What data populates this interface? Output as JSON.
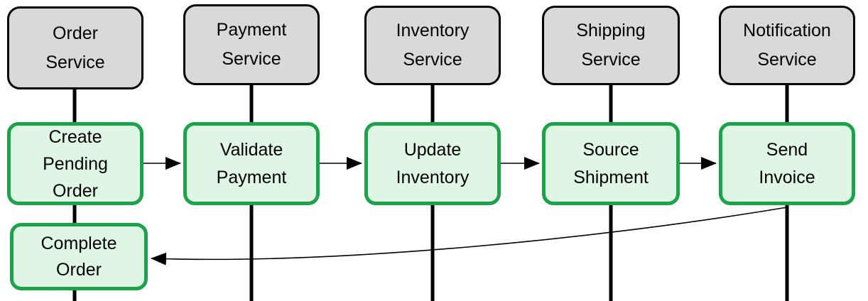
{
  "services": [
    {
      "id": "order-service",
      "lines": [
        "Order",
        "Service"
      ]
    },
    {
      "id": "payment-service",
      "lines": [
        "Payment",
        "Service"
      ]
    },
    {
      "id": "inventory-service",
      "lines": [
        "Inventory",
        "Service"
      ]
    },
    {
      "id": "shipping-service",
      "lines": [
        "Shipping",
        "Service"
      ]
    },
    {
      "id": "notification-service",
      "lines": [
        "Notification",
        "Service"
      ]
    }
  ],
  "steps": [
    {
      "id": "create-pending-order",
      "lines": [
        "Create",
        "Pending",
        "Order"
      ]
    },
    {
      "id": "validate-payment",
      "lines": [
        "Validate",
        "Payment"
      ]
    },
    {
      "id": "update-inventory",
      "lines": [
        "Update",
        "Inventory"
      ]
    },
    {
      "id": "source-shipment",
      "lines": [
        "Source",
        "Shipment"
      ]
    },
    {
      "id": "send-invoice",
      "lines": [
        "Send",
        "Invoice"
      ]
    },
    {
      "id": "complete-order",
      "lines": [
        "Complete",
        "Order"
      ]
    }
  ],
  "connections": [
    {
      "from": "create-pending-order",
      "to": "validate-payment",
      "style": "straight-arrow"
    },
    {
      "from": "validate-payment",
      "to": "update-inventory",
      "style": "straight-arrow"
    },
    {
      "from": "update-inventory",
      "to": "source-shipment",
      "style": "straight-arrow"
    },
    {
      "from": "source-shipment",
      "to": "send-invoice",
      "style": "straight-arrow"
    },
    {
      "from": "send-invoice",
      "to": "complete-order",
      "style": "curved-arrow"
    }
  ],
  "colors": {
    "service_fill": "#d9d9d9",
    "service_border": "#000000",
    "step_fill": "#e0f6e5",
    "step_border": "#1ba24b",
    "line_color": "#000000",
    "text_color": "#000000"
  }
}
